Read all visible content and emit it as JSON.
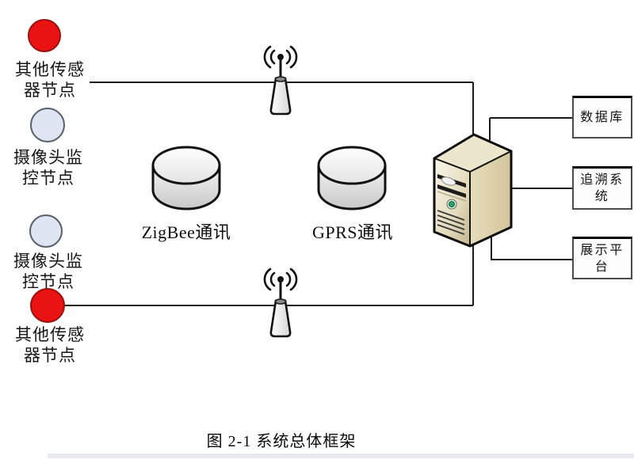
{
  "caption": "图 2-1 系统总体框架",
  "left_nodes": [
    {
      "id": "sensor-node-top",
      "type": "sensor",
      "label": "其他传感\n器节点"
    },
    {
      "id": "camera-node-top",
      "type": "camera",
      "label": "摄像头监\n控节点"
    },
    {
      "id": "camera-node-bottom",
      "type": "camera",
      "label": "摄像头监\n控节点"
    },
    {
      "id": "sensor-node-bottom",
      "type": "sensor",
      "label": "其他传感\n器节点"
    }
  ],
  "comm_nodes": [
    {
      "id": "zigbee",
      "label": "ZigBee通讯"
    },
    {
      "id": "gprs",
      "label": "GPRS通讯"
    }
  ],
  "right_boxes": [
    {
      "id": "database",
      "label": "数据库"
    },
    {
      "id": "trace-system",
      "label": "追溯系\n统"
    },
    {
      "id": "display-platform",
      "label": "展示平\n台"
    }
  ],
  "icons": {
    "antenna": "antenna-icon",
    "cylinder": "database-cylinder-icon",
    "server": "server-tower-icon"
  },
  "colors": {
    "sensor_fill": "#e91313",
    "sensor_stroke": "#9b0f0f",
    "camera_fill": "#dfe6f1",
    "camera_stroke": "#55606c",
    "connector_line": "#1a1a1a",
    "server_body": "#ddd1a8",
    "server_led": "#2fa36b"
  }
}
